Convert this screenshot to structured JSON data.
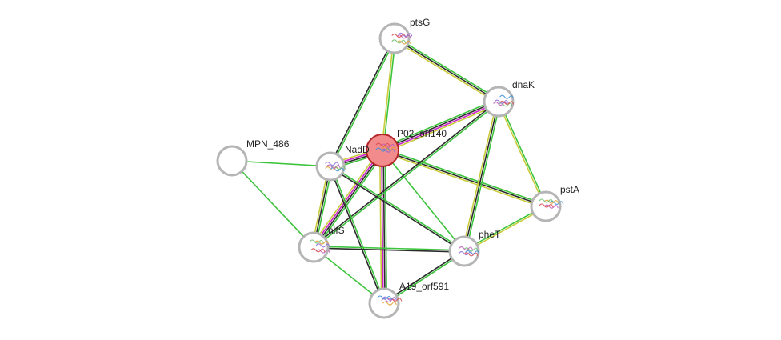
{
  "network": {
    "colors": {
      "query_fill": "#f28b8b",
      "query_ring": "#b3262a",
      "node_ring": "#b5b5b5",
      "evidence": {
        "coexpression": "#2b2b2b",
        "textmining": "#c9cc3a",
        "neighborhood": "#3cc43c",
        "experiments": "#cc22cc",
        "databases": "#24a3a3"
      }
    },
    "nodes": [
      {
        "id": "ptsG",
        "label": "ptsG",
        "query": false,
        "has_structure": true,
        "icon": "protein-structure-icon"
      },
      {
        "id": "dnaK",
        "label": "dnaK",
        "query": false,
        "has_structure": true,
        "icon": "protein-structure-icon"
      },
      {
        "id": "P02_orf140",
        "label": "P02_orf140",
        "query": true,
        "has_structure": true,
        "icon": "protein-structure-icon"
      },
      {
        "id": "MPN_486",
        "label": "MPN_486",
        "query": false,
        "has_structure": false,
        "icon": ""
      },
      {
        "id": "NadD",
        "label": "NadD",
        "query": false,
        "has_structure": true,
        "icon": "protein-structure-icon"
      },
      {
        "id": "pstA",
        "label": "pstA",
        "query": false,
        "has_structure": true,
        "icon": "protein-structure-icon"
      },
      {
        "id": "nifS",
        "label": "nifS",
        "query": false,
        "has_structure": true,
        "icon": "protein-structure-icon"
      },
      {
        "id": "pheT",
        "label": "pheT",
        "query": false,
        "has_structure": true,
        "icon": "protein-structure-icon"
      },
      {
        "id": "A19_orf591",
        "label": "A19_orf591",
        "query": false,
        "has_structure": true,
        "icon": "protein-structure-icon"
      }
    ],
    "edges": [
      {
        "source": "P02_orf140",
        "target": "dnaK",
        "evidence": [
          "neighborhood",
          "coexpression",
          "experiments",
          "textmining"
        ]
      },
      {
        "source": "P02_orf140",
        "target": "NadD",
        "evidence": [
          "neighborhood",
          "coexpression",
          "experiments",
          "textmining"
        ]
      },
      {
        "source": "P02_orf140",
        "target": "nifS",
        "evidence": [
          "neighborhood",
          "coexpression",
          "experiments",
          "textmining"
        ]
      },
      {
        "source": "P02_orf140",
        "target": "A19_orf591",
        "evidence": [
          "neighborhood",
          "coexpression",
          "experiments",
          "textmining"
        ]
      },
      {
        "source": "P02_orf140",
        "target": "pstA",
        "evidence": [
          "neighborhood",
          "coexpression",
          "textmining"
        ]
      },
      {
        "source": "P02_orf140",
        "target": "pheT",
        "evidence": [
          "neighborhood"
        ]
      },
      {
        "source": "ptsG",
        "target": "dnaK",
        "evidence": [
          "neighborhood",
          "coexpression",
          "textmining"
        ]
      },
      {
        "source": "ptsG",
        "target": "P02_orf140",
        "evidence": [
          "neighborhood",
          "textmining"
        ]
      },
      {
        "source": "ptsG",
        "target": "NadD",
        "evidence": [
          "neighborhood",
          "coexpression"
        ]
      },
      {
        "source": "dnaK",
        "target": "pheT",
        "evidence": [
          "neighborhood",
          "coexpression",
          "textmining"
        ]
      },
      {
        "source": "dnaK",
        "target": "nifS",
        "evidence": [
          "neighborhood",
          "coexpression"
        ]
      },
      {
        "source": "dnaK",
        "target": "pstA",
        "evidence": [
          "neighborhood",
          "textmining"
        ]
      },
      {
        "source": "MPN_486",
        "target": "NadD",
        "evidence": [
          "neighborhood"
        ]
      },
      {
        "source": "MPN_486",
        "target": "nifS",
        "evidence": [
          "neighborhood"
        ]
      },
      {
        "source": "NadD",
        "target": "nifS",
        "evidence": [
          "neighborhood",
          "coexpression",
          "textmining"
        ]
      },
      {
        "source": "NadD",
        "target": "pheT",
        "evidence": [
          "neighborhood",
          "coexpression"
        ]
      },
      {
        "source": "NadD",
        "target": "A19_orf591",
        "evidence": [
          "neighborhood",
          "coexpression"
        ]
      },
      {
        "source": "nifS",
        "target": "pheT",
        "evidence": [
          "neighborhood",
          "coexpression"
        ]
      },
      {
        "source": "nifS",
        "target": "A19_orf591",
        "evidence": [
          "neighborhood"
        ]
      },
      {
        "source": "pheT",
        "target": "pstA",
        "evidence": [
          "neighborhood",
          "textmining"
        ]
      },
      {
        "source": "pheT",
        "target": "A19_orf591",
        "evidence": [
          "neighborhood",
          "coexpression"
        ]
      }
    ]
  }
}
